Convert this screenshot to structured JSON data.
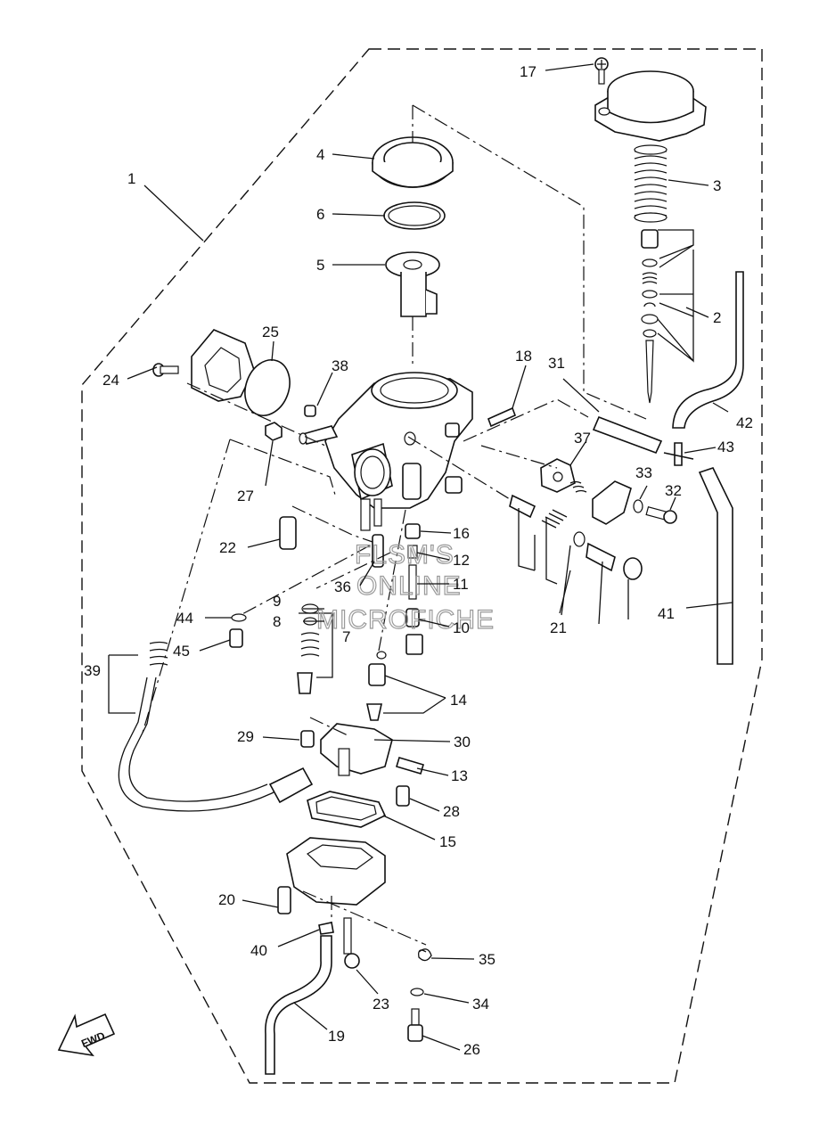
{
  "watermark": {
    "line1": "FLSM'S",
    "line2": "ONLINE",
    "line3": "MICROFICHE"
  },
  "fwd_label": "FWD",
  "callouts": [
    "1",
    "2",
    "3",
    "4",
    "5",
    "6",
    "7",
    "8",
    "9",
    "10",
    "11",
    "12",
    "13",
    "14",
    "15",
    "16",
    "17",
    "18",
    "19",
    "20",
    "21",
    "22",
    "23",
    "24",
    "25",
    "26",
    "27",
    "28",
    "29",
    "30",
    "31",
    "32",
    "33",
    "34",
    "35",
    "36",
    "37",
    "38",
    "39",
    "40",
    "41",
    "42",
    "43",
    "44",
    "45"
  ]
}
